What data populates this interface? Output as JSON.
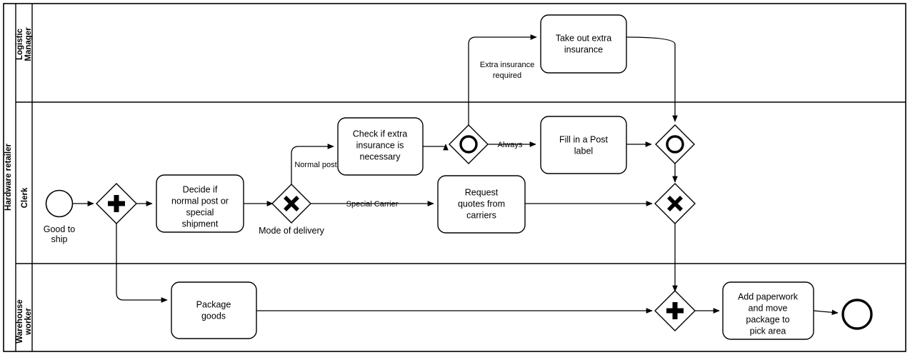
{
  "diagram": {
    "type": "bpmn-process-diagram",
    "pool": {
      "name": "Hardware retailer"
    },
    "lanes": [
      {
        "id": "logistic-manager",
        "name_line1": "Logistic",
        "name_line2": "Manager"
      },
      {
        "id": "clerk",
        "name_line1": "Clerk",
        "name_line2": ""
      },
      {
        "id": "warehouse-worker",
        "name_line1": "Warehouse",
        "name_line2": "worker"
      }
    ],
    "events": [
      {
        "id": "start-good-to-ship",
        "kind": "start",
        "label_line1": "Good to",
        "label_line2": "ship"
      },
      {
        "id": "end-event",
        "kind": "end",
        "label_line1": "",
        "label_line2": ""
      }
    ],
    "tasks": [
      {
        "id": "take-out-extra-insurance",
        "lane": "logistic-manager",
        "lines": [
          "Take out extra",
          "insurance"
        ]
      },
      {
        "id": "decide-post-or-special",
        "lane": "clerk",
        "lines": [
          "Decide if",
          "normal post or",
          "special",
          "shipment"
        ]
      },
      {
        "id": "check-extra-insurance",
        "lane": "clerk",
        "lines": [
          "Check if extra",
          "insurance is",
          "necessary"
        ]
      },
      {
        "id": "fill-in-post-label",
        "lane": "clerk",
        "lines": [
          "Fill in a Post",
          "label"
        ]
      },
      {
        "id": "request-quotes",
        "lane": "clerk",
        "lines": [
          "Request",
          "quotes from",
          "carriers"
        ]
      },
      {
        "id": "package-goods",
        "lane": "warehouse-worker",
        "lines": [
          "Package",
          "goods"
        ]
      },
      {
        "id": "add-paperwork",
        "lane": "warehouse-worker",
        "lines": [
          "Add paperwork",
          "and move",
          "package to",
          "pick area"
        ]
      }
    ],
    "gateways": [
      {
        "id": "parallel-split",
        "kind": "parallel",
        "label": ""
      },
      {
        "id": "mode-of-delivery",
        "kind": "exclusive",
        "label": "Mode of delivery"
      },
      {
        "id": "event-gateway-insurance",
        "kind": "event-based",
        "label": ""
      },
      {
        "id": "event-gateway-join",
        "kind": "event-based",
        "label": ""
      },
      {
        "id": "exclusive-join",
        "kind": "exclusive",
        "label": ""
      },
      {
        "id": "parallel-join",
        "kind": "parallel",
        "label": ""
      }
    ],
    "flow_labels": [
      {
        "id": "flow-label-normal-post",
        "text": "Normal post"
      },
      {
        "id": "flow-label-special-carrier",
        "text": "Special Carrier"
      },
      {
        "id": "flow-label-extra-insurance",
        "line1": "Extra insurance",
        "line2": "required"
      },
      {
        "id": "flow-label-always",
        "text": "Always"
      }
    ],
    "colors": {
      "stroke": "#000000",
      "fill": "#ffffff",
      "background": "#ffffff"
    }
  }
}
